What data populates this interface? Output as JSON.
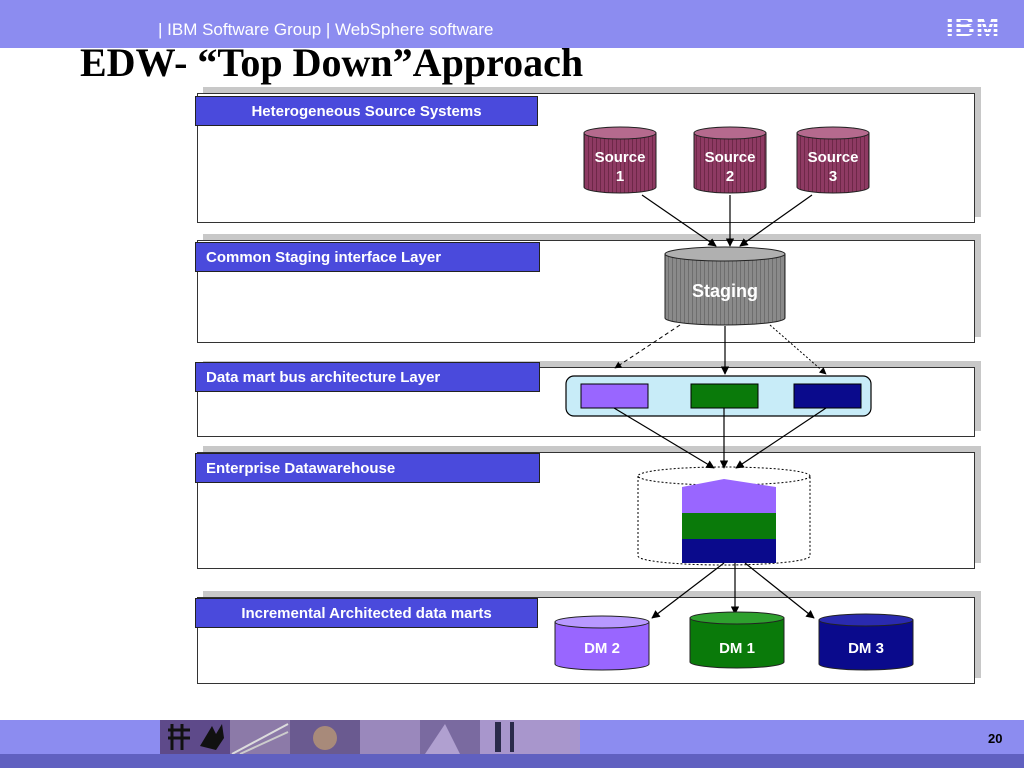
{
  "header": {
    "group_text": "| IBM Software Group | WebSphere software",
    "logo_text": "IBM",
    "title": "EDW- “Top Down”Approach"
  },
  "layers": {
    "sources": "Heterogeneous Source Systems",
    "staging": "Common Staging interface Layer",
    "bus": "Data mart bus architecture Layer",
    "edw": "Enterprise Datawarehouse",
    "marts": "Incremental Architected data marts"
  },
  "nodes": {
    "source1": {
      "line1": "Source",
      "line2": "1"
    },
    "source2": {
      "line1": "Source",
      "line2": "2"
    },
    "source3": {
      "line1": "Source",
      "line2": "3"
    },
    "staging": "Staging",
    "dm2": "DM 2",
    "dm1": "DM 1",
    "dm3": "DM 3"
  },
  "colors": {
    "bar": "#8c8cf0",
    "tab": "#4a4adc",
    "source": "#8e3a63",
    "staging": "#8a8a8a",
    "purple": "#9966ff",
    "green": "#0a7a0a",
    "navy": "#0a0a8c",
    "bus_box": "#c8ecf8"
  },
  "footer": {
    "page_number": "20"
  }
}
